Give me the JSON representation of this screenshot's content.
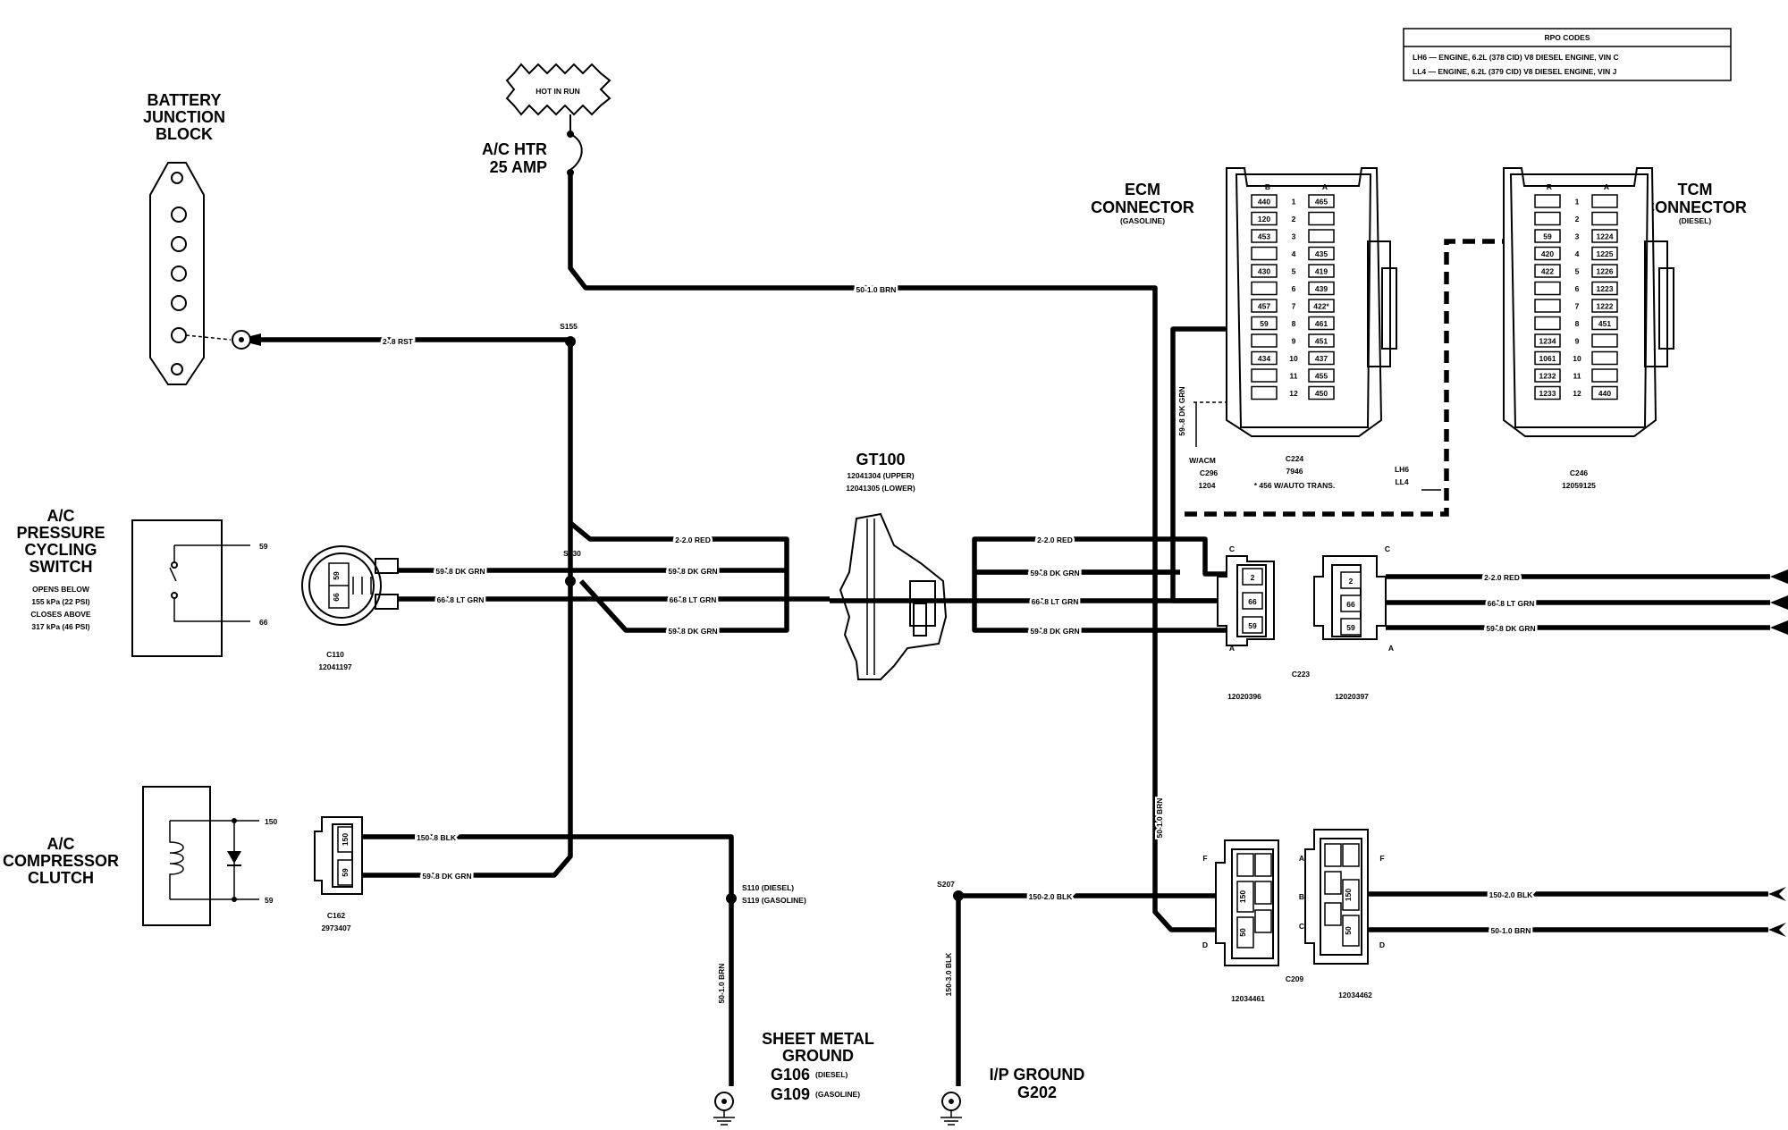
{
  "rpo": {
    "title": "RPO CODES",
    "line1": "LH6 — ENGINE, 6.2L (378 CID) V8 DIESEL ENGINE, VIN C",
    "line2": "LL4 — ENGINE, 6.2L (379 CID) V8 DIESEL ENGINE, VIN J"
  },
  "battery_junction": {
    "l1": "BATTERY",
    "l2": "JUNCTION",
    "l3": "BLOCK"
  },
  "hot_in_run": "HOT IN RUN",
  "fuse": {
    "l1": "A/C HTR",
    "l2": "25 AMP"
  },
  "ecm": {
    "l1": "ECM",
    "l2": "CONNECTOR",
    "sub": "(GASOLINE)",
    "col_b": "B",
    "col_a": "A",
    "rows": [
      {
        "n": "1",
        "b": "440",
        "a": "465"
      },
      {
        "n": "2",
        "b": "120",
        "a": ""
      },
      {
        "n": "3",
        "b": "453",
        "a": ""
      },
      {
        "n": "4",
        "b": "",
        "a": "435"
      },
      {
        "n": "5",
        "b": "430",
        "a": "419"
      },
      {
        "n": "6",
        "b": "",
        "a": "439"
      },
      {
        "n": "7",
        "b": "457",
        "a": "422*"
      },
      {
        "n": "8",
        "b": "59",
        "a": "461"
      },
      {
        "n": "9",
        "b": "",
        "a": "451"
      },
      {
        "n": "10",
        "b": "434",
        "a": "437"
      },
      {
        "n": "11",
        "b": "",
        "a": "455"
      },
      {
        "n": "12",
        "b": "",
        "a": "450"
      }
    ],
    "c224": "C224",
    "c224_pn": "7946",
    "c224_note": "* 456 W/AUTO TRANS.",
    "wacm": "W/ACM",
    "c296": "C296",
    "c296_pn": "1204"
  },
  "tcm": {
    "l1": "TCM",
    "l2": "CONNECTOR",
    "sub": "(DIESEL)",
    "col_b": "R",
    "col_a": "A",
    "rows": [
      {
        "n": "1",
        "b": "",
        "a": ""
      },
      {
        "n": "2",
        "b": "",
        "a": ""
      },
      {
        "n": "3",
        "b": "59",
        "a": "1224"
      },
      {
        "n": "4",
        "b": "420",
        "a": "1225"
      },
      {
        "n": "5",
        "b": "422",
        "a": "1226"
      },
      {
        "n": "6",
        "b": "",
        "a": "1223"
      },
      {
        "n": "7",
        "b": "",
        "a": "1222"
      },
      {
        "n": "8",
        "b": "",
        "a": "451"
      },
      {
        "n": "9",
        "b": "1234",
        "a": ""
      },
      {
        "n": "10",
        "b": "1061",
        "a": ""
      },
      {
        "n": "11",
        "b": "1232",
        "a": ""
      },
      {
        "n": "12",
        "b": "1233",
        "a": "440"
      }
    ],
    "c246": "C246",
    "c246_pn": "12059125",
    "lh6": "LH6",
    "ll4": "LL4"
  },
  "pressure_switch": {
    "l1": "A/C",
    "l2": "PRESSURE",
    "l3": "CYCLING",
    "l4": "SWITCH",
    "n1": "OPENS BELOW",
    "n2": "155 kPa (22 PSI)",
    "n3": "CLOSES ABOVE",
    "n4": "317 kPa (46 PSI)",
    "pin_top": "59",
    "pin_bot": "66"
  },
  "clutch": {
    "l1": "A/C",
    "l2": "COMPRESSOR",
    "l3": "CLUTCH",
    "pin_top": "150",
    "pin_bot": "59"
  },
  "c110": {
    "name": "C110",
    "pn": "12041197",
    "pin1": "59",
    "pin2": "66"
  },
  "c162": {
    "name": "C162",
    "pn": "2973407",
    "pin1": "150",
    "pin2": "59"
  },
  "gt100": {
    "name": "GT100",
    "upper": "12041304 (UPPER)",
    "lower": "12041305 (LOWER)"
  },
  "c223": {
    "name": "C223",
    "pn_left": "12020396",
    "pn_right": "12020397",
    "pins": [
      "2",
      "66",
      "59"
    ],
    "lbl_c": "C",
    "lbl_a": "A"
  },
  "c209": {
    "name": "C209",
    "pn_left": "12034461",
    "pn_right": "12034462",
    "lbl_f": "F",
    "lbl_a": "A",
    "lbl_b": "B",
    "lbl_c": "C",
    "lbl_d": "D",
    "pin_150": "150",
    "pin_50": "50"
  },
  "splices": {
    "s155": "S155",
    "s130": "S130",
    "s207": "S207",
    "s110": "S110 (DIESEL)",
    "s119": "S119 (GASOLINE)"
  },
  "wires": {
    "rst": "2-.8 RST",
    "brn_top": "50-1.0 BRN",
    "red1": "2-2.0 RED",
    "dkgrn1": "59-.8 DK GRN",
    "ltgrn1": "66-.8 LT GRN",
    "dkgrn2": "59-.8 DK GRN",
    "sw59": "59-.8 DK GRN",
    "sw66": "66-.8 LT GRN",
    "red2": "2-2.0 RED",
    "dkgrn3": "59-.8 DK GRN",
    "ltgrn2": "66-.8 LT GRN",
    "dkgrn4": "59-.8 DK GRN",
    "red3": "2-2.0 RED",
    "ltgrn3": "66-.8 LT GRN",
    "dkgrn5": "59-.8 DK GRN",
    "ecm_vert": "59-.8 DK GRN",
    "brn_vert": "50-1.0 BRN",
    "blk_clutch": "150-.8 BLK",
    "dkgrn_clutch": "59-.8 DK GRN",
    "blk_s207": "150-2.0 BLK",
    "blk_vert": "150-3.0 BLK",
    "brn_ground": "50-1.0 BRN",
    "blk_right": "150-2.0 BLK",
    "brn_right": "50-1.0 BRN"
  },
  "sheet_ground": {
    "l1": "SHEET METAL",
    "l2": "GROUND",
    "g106": "G106",
    "g106s": "(DIESEL)",
    "g109": "G109",
    "g109s": "(GASOLINE)"
  },
  "ip_ground": {
    "l1": "I/P GROUND",
    "l2": "G202"
  }
}
